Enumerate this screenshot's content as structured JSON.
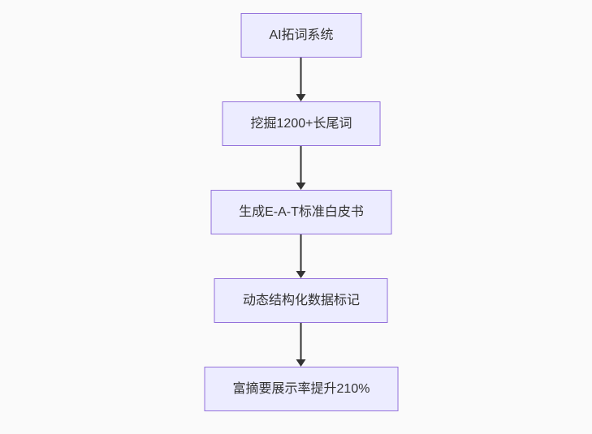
{
  "flowchart": {
    "type": "flowchart-vertical",
    "nodes": [
      {
        "id": "step-1",
        "label": "AI拓词系统"
      },
      {
        "id": "step-2",
        "label": "挖掘1200+长尾词"
      },
      {
        "id": "step-3",
        "label": "生成E-A-T标准白皮书"
      },
      {
        "id": "step-4",
        "label": "动态结构化数据标记"
      },
      {
        "id": "step-5",
        "label": "富摘要展示率提升210%"
      }
    ],
    "edges": [
      {
        "from": "step-1",
        "to": "step-2",
        "direction": "down"
      },
      {
        "from": "step-2",
        "to": "step-3",
        "direction": "down"
      },
      {
        "from": "step-3",
        "to": "step-4",
        "direction": "down"
      },
      {
        "from": "step-4",
        "to": "step-5",
        "direction": "down"
      }
    ],
    "colors": {
      "node_fill": "#ECECFF",
      "node_border": "#9370DB",
      "node_text": "#333333",
      "arrow": "#333333",
      "background": "#fafafa"
    }
  }
}
